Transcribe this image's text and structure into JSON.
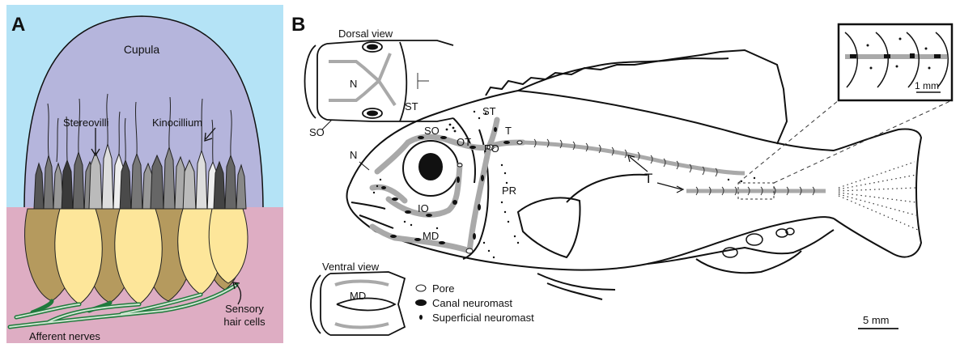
{
  "panel_a": {
    "letter": "A",
    "cupula": "Cupula",
    "stereovilli": "Stereovilli",
    "kinocillium": "Kinocillium",
    "sensory_line1": "Sensory",
    "sensory_line2": "hair cells",
    "afferent": "Afferent nerves"
  },
  "panel_b": {
    "letter": "B",
    "dorsal_view": "Dorsal view",
    "ventral_view": "Ventral view",
    "labels": {
      "N": "N",
      "SO": "SO",
      "ST": "ST",
      "T": "T",
      "OT": "OT",
      "PO": "PO",
      "IO": "IO",
      "PR": "PR",
      "MD": "MD"
    },
    "legend": {
      "pore": "Pore",
      "canal": "Canal neuromast",
      "superficial": "Superficial neuromast"
    },
    "scale_inset": "1 mm",
    "scale_main": "5 mm"
  },
  "colors": {
    "sky": "#b4e3f6",
    "cupula": "#b5b5dc",
    "tissue": "#deadc3",
    "support": "#b59a5e",
    "hair": "#fde69a",
    "nerve": "#1f7a3c",
    "nerve_light": "#cfe6d2",
    "canal": "#a9a9a9"
  }
}
